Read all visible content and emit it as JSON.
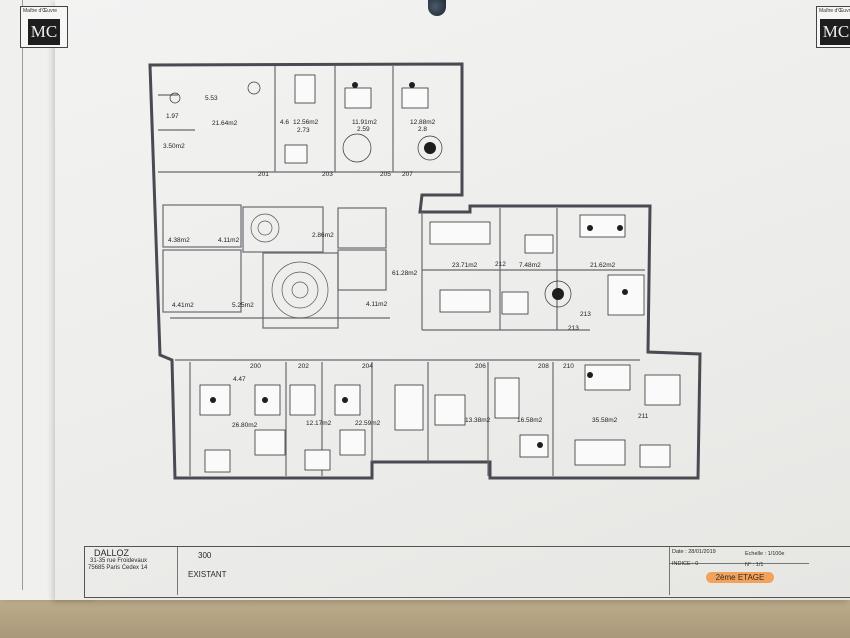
{
  "rooms": [
    {
      "id": "r1",
      "label": "5.53"
    },
    {
      "id": "r2",
      "label": "1.97"
    },
    {
      "id": "r3",
      "label": "21.64m2"
    },
    {
      "id": "r4",
      "label": "3.50m2"
    },
    {
      "id": "r5",
      "label": "4.6"
    },
    {
      "id": "r6",
      "label": "12.56m2"
    },
    {
      "id": "r7",
      "label": "2.73"
    },
    {
      "id": "r8",
      "label": "11.91m2"
    },
    {
      "id": "r9",
      "label": "2.59"
    },
    {
      "id": "r10",
      "label": "12.88m2"
    },
    {
      "id": "r11",
      "label": "2.8"
    },
    {
      "id": "r12",
      "label": "4.38m2"
    },
    {
      "id": "r13",
      "label": "4.11m2"
    },
    {
      "id": "r14",
      "label": "2.86m2"
    },
    {
      "id": "r15",
      "label": "4.41m2"
    },
    {
      "id": "r16",
      "label": "5.25m2"
    },
    {
      "id": "r17",
      "label": "61.28m2"
    },
    {
      "id": "r18",
      "label": "4.11m2"
    },
    {
      "id": "r19",
      "label": "23.71m2"
    },
    {
      "id": "r20",
      "label": "7.48m2"
    },
    {
      "id": "r21",
      "label": "21.62m2"
    },
    {
      "id": "r22",
      "label": "4.47"
    },
    {
      "id": "r23",
      "label": "26.80m2"
    },
    {
      "id": "r24",
      "label": "12.17m2"
    },
    {
      "id": "r25",
      "label": "22.59m2"
    },
    {
      "id": "r26",
      "label": "13.38m2"
    },
    {
      "id": "r27",
      "label": "16.58m2"
    },
    {
      "id": "r28",
      "label": "35.58m2"
    }
  ],
  "doors": [
    "201",
    "203",
    "205",
    "207",
    "212",
    "213",
    "213",
    "200",
    "202",
    "204",
    "206",
    "208",
    "210",
    "211"
  ],
  "cartouche": {
    "client_name": "DALLOZ",
    "client_address": "31-35 rue Froidevaux",
    "client_city": "75685 Paris Cedex 14",
    "plan_number": "300",
    "plan_status": "EXISTANT",
    "date": "Date : 28/01/2019",
    "scale": "Echelle : 1/100e",
    "index": "INDICE : 0",
    "sheet": "N° : 1/1",
    "floor_tag": "2ème ETAGE",
    "logo_caption": "Maître d'Œuvre",
    "logo_mark": "MC"
  },
  "colors": {
    "wall": "#4a4a52",
    "floor_tag": "#f1a25d",
    "paper": "#f1f1ef"
  }
}
